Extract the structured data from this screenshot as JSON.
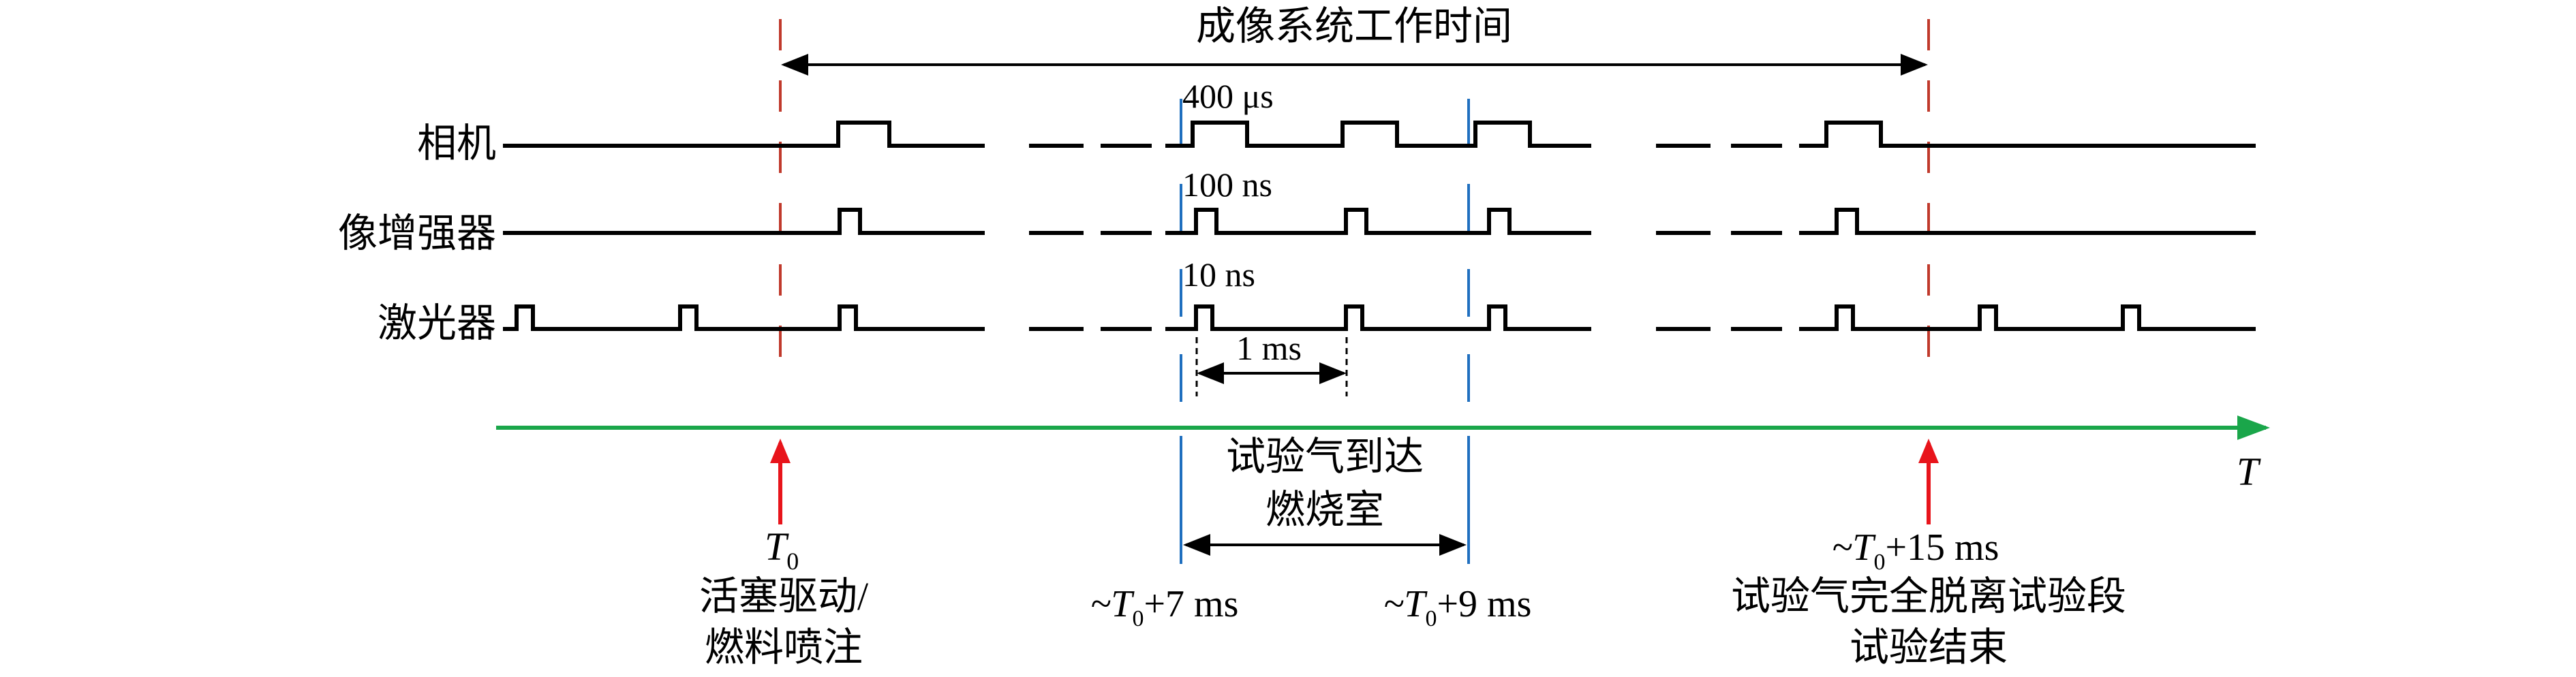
{
  "header": {
    "imaging_time_label": "成像系统工作时间"
  },
  "rows": [
    {
      "id": "camera",
      "label": "相机",
      "pulse_width_label": "400 μs"
    },
    {
      "id": "intensifier",
      "label": "像增强器",
      "pulse_width_label": "100 ns"
    },
    {
      "id": "laser",
      "label": "激光器",
      "pulse_width_label": "10 ns"
    }
  ],
  "interval_label": "1 ms",
  "time_axis": {
    "label": "T"
  },
  "events": {
    "t0": {
      "symbol": "T",
      "subscript": "0",
      "line1": "活塞驱动/",
      "line2": "燃料喷注"
    },
    "t7": {
      "prefix": "~T",
      "subscript": "0",
      "suffix": "+7 ms"
    },
    "t9": {
      "prefix": "~T",
      "subscript": "0",
      "suffix": "+9 ms"
    },
    "gas_arrival": {
      "line1": "试验气到达",
      "line2": "燃烧室"
    },
    "t15": {
      "prefix": "~T",
      "subscript": "0",
      "suffix": "+15 ms",
      "line1": "试验气完全脱离试验段",
      "line2": "试验结束"
    }
  },
  "colors": {
    "signal": "#000000",
    "marker_red": "#c0392b",
    "marker_blue": "#1f6fbf",
    "axis_green": "#1aa64a",
    "event_arrow_red": "#e8141b"
  }
}
